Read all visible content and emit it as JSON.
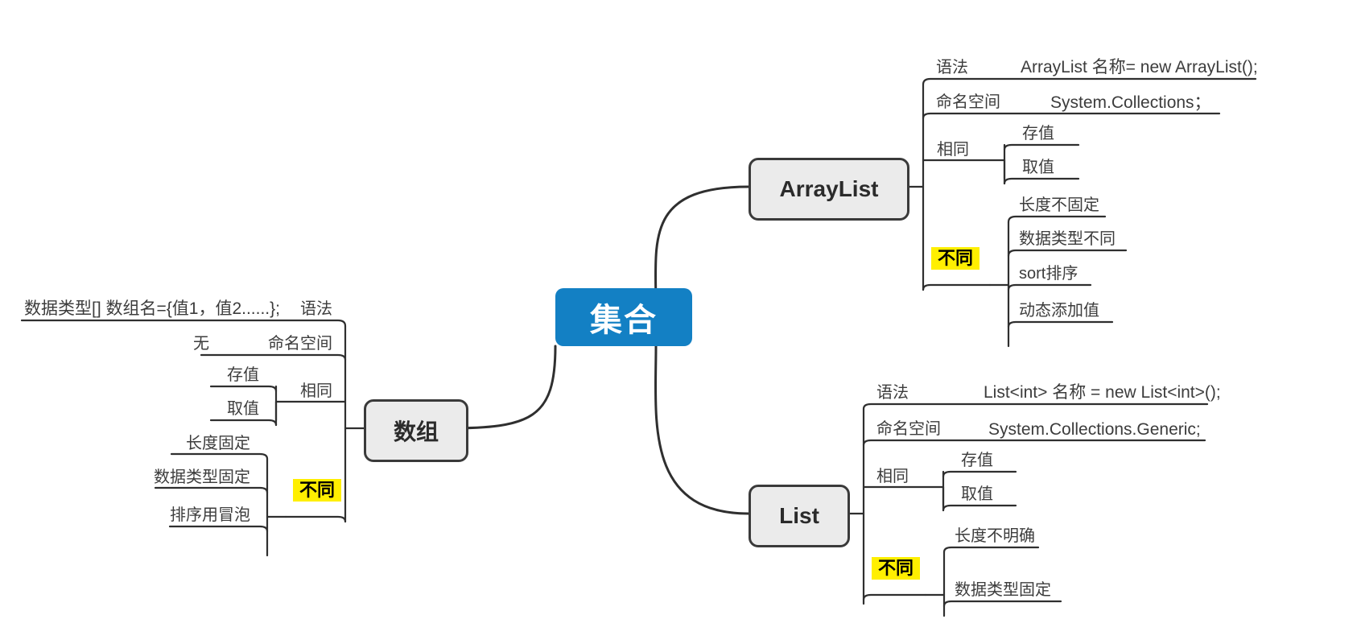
{
  "diagram": {
    "title": "集合",
    "root": {
      "label": "集合",
      "color": "#1380c4",
      "text_color": "#ffffff"
    },
    "highlight_color": "#ffef00",
    "node_fill": "#ebebeb",
    "node_stroke": "#3a3a3a",
    "branches": [
      {
        "id": "arraylist",
        "label": "ArrayList",
        "side": "right",
        "children": [
          {
            "label": "语法",
            "value": "ArrayList 名称= new ArrayList();",
            "highlight": false
          },
          {
            "label": "命名空间",
            "value": "System.Collections；",
            "highlight": false
          },
          {
            "label": "相同",
            "highlight": false,
            "children": [
              {
                "label": "存值"
              },
              {
                "label": "取值"
              }
            ]
          },
          {
            "label": "不同",
            "highlight": true,
            "children": [
              {
                "label": "长度不固定"
              },
              {
                "label": "数据类型不同"
              },
              {
                "label": "sort排序"
              },
              {
                "label": "动态添加值"
              }
            ]
          }
        ]
      },
      {
        "id": "list",
        "label": "List",
        "side": "right",
        "children": [
          {
            "label": "语法",
            "value": "List<int> 名称 = new List<int>();",
            "highlight": false
          },
          {
            "label": "命名空间",
            "value": "System.Collections.Generic;",
            "highlight": false
          },
          {
            "label": "相同",
            "highlight": false,
            "children": [
              {
                "label": "存值"
              },
              {
                "label": "取值"
              }
            ]
          },
          {
            "label": "不同",
            "highlight": true,
            "children": [
              {
                "label": "长度不明确"
              },
              {
                "label": "数据类型固定"
              }
            ]
          }
        ]
      },
      {
        "id": "array",
        "label": "数组",
        "side": "left",
        "children": [
          {
            "label": "语法",
            "value": "数据类型[] 数组名={值1，值2......};",
            "highlight": false
          },
          {
            "label": "命名空间",
            "value": "无",
            "highlight": false
          },
          {
            "label": "相同",
            "highlight": false,
            "children": [
              {
                "label": "存值"
              },
              {
                "label": "取值"
              }
            ]
          },
          {
            "label": "不同",
            "highlight": true,
            "children": [
              {
                "label": "长度固定"
              },
              {
                "label": "数据类型固定"
              },
              {
                "label": "排序用冒泡"
              }
            ]
          }
        ]
      }
    ]
  }
}
